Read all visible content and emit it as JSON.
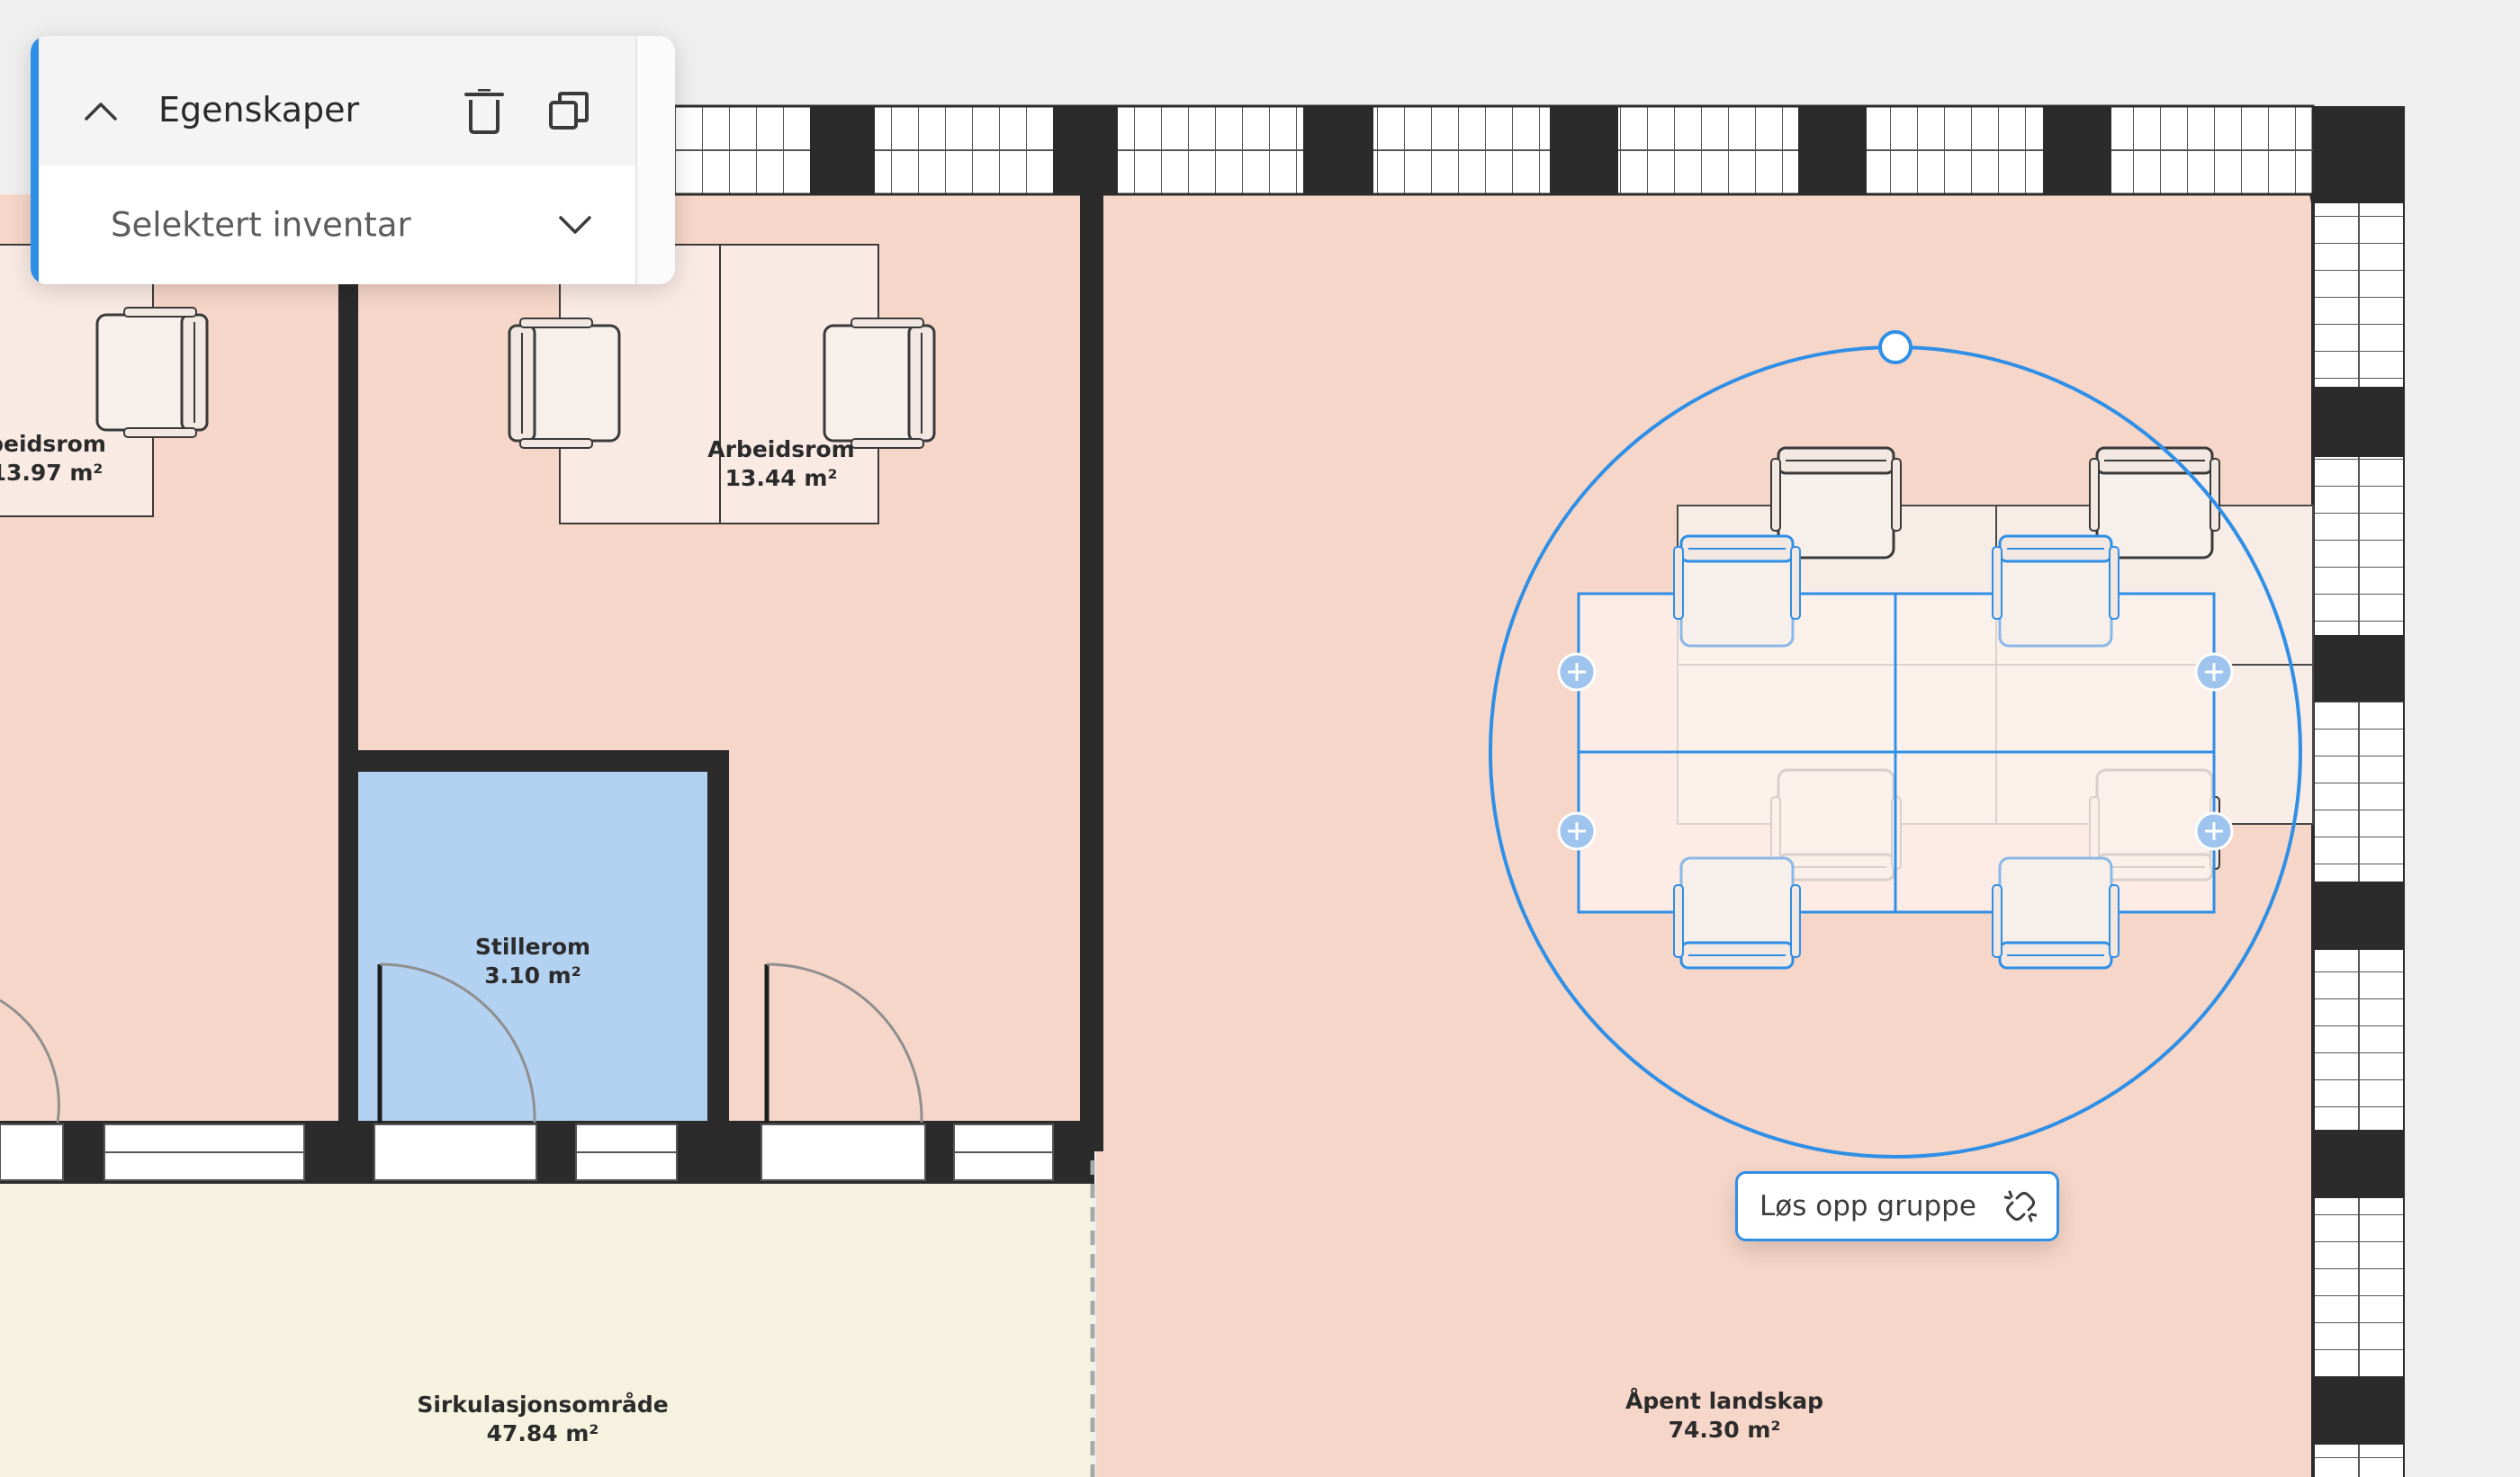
{
  "panel": {
    "title": "Egenskaper",
    "dropdown_value": "Selektert inventar",
    "icons": {
      "collapse": "chevron-up-icon",
      "delete": "trash-icon",
      "duplicate": "copy-icon",
      "dropdown": "chevron-down-icon"
    }
  },
  "rooms": {
    "arbeidsrom_left": {
      "name": "beidsrom",
      "area": "13.97 m²"
    },
    "arbeidsrom": {
      "name": "Arbeidsrom",
      "area": "13.44 m²"
    },
    "stillerom": {
      "name": "Stillerom",
      "area": "3.10 m²"
    },
    "sirkulasjon": {
      "name": "Sirkulasjonsområde",
      "area": "47.84 m²"
    },
    "landskap": {
      "name": "Åpent landskap",
      "area": "74.30 m²"
    }
  },
  "ungroup_button": {
    "label": "Løs opp gruppe",
    "icon": "unlink-icon"
  },
  "colors": {
    "room_work": "#f6d6c8",
    "room_quiet": "#b3d1f0",
    "room_circulation": "#f5f3e0",
    "selection": "#2f8fe6",
    "wall": "#2b2b2b",
    "annotation_arrow": "#2a3fd6"
  }
}
